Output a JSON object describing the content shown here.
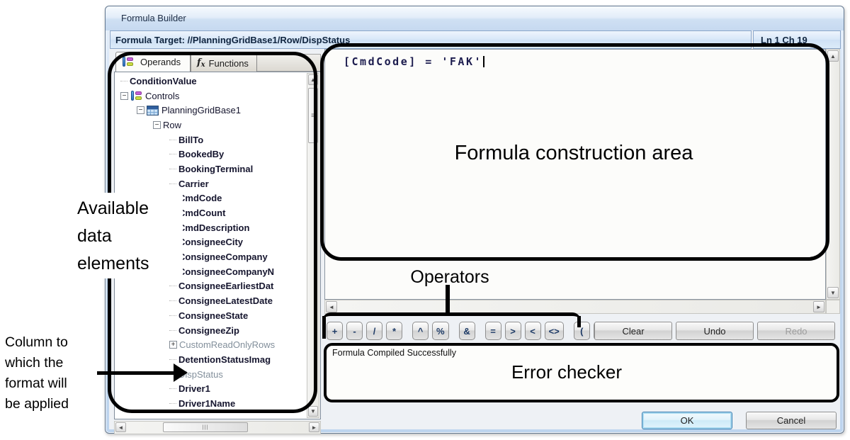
{
  "window_title": "Formula Builder",
  "target_bar": {
    "text": "Formula Target: //PlanningGridBase1/Row/DispStatus",
    "position": "Ln 1 Ch 19"
  },
  "tabs": {
    "operands": "Operands",
    "functions": "Functions",
    "functions_icon": "fx"
  },
  "tree": {
    "items": [
      {
        "label": "ConditionValue",
        "depth": 0,
        "bold": true
      },
      {
        "label": "Controls",
        "depth": 0,
        "expand": "minus",
        "icon": "controls"
      },
      {
        "label": "PlanningGridBase1",
        "depth": 1,
        "expand": "minus",
        "icon": "grid"
      },
      {
        "label": "Row",
        "depth": 2,
        "expand": "minus"
      },
      {
        "label": "BillTo",
        "depth": 3,
        "bold": true
      },
      {
        "label": "BookedBy",
        "depth": 3,
        "bold": true
      },
      {
        "label": "BookingTerminal",
        "depth": 3,
        "bold": true
      },
      {
        "label": "Carrier",
        "depth": 3,
        "bold": true
      },
      {
        "label": "CmdCode",
        "depth": 3,
        "bold": true
      },
      {
        "label": "CmdCount",
        "depth": 3,
        "bold": true
      },
      {
        "label": "CmdDescription",
        "depth": 3,
        "bold": true
      },
      {
        "label": "ConsigneeCity",
        "depth": 3,
        "bold": true
      },
      {
        "label": "ConsigneeCompany",
        "depth": 3,
        "bold": true
      },
      {
        "label": "ConsigneeCompanyN",
        "depth": 3,
        "bold": true
      },
      {
        "label": "ConsigneeEarliestDat",
        "depth": 3,
        "bold": true
      },
      {
        "label": "ConsigneeLatestDate",
        "depth": 3,
        "bold": true
      },
      {
        "label": "ConsigneeState",
        "depth": 3,
        "bold": true
      },
      {
        "label": "ConsigneeZip",
        "depth": 3,
        "bold": true
      },
      {
        "label": "CustomReadOnlyRows",
        "depth": 3,
        "expand": "plus",
        "muted": true
      },
      {
        "label": "DetentionStatusImag",
        "depth": 3,
        "bold": true
      },
      {
        "label": "DispStatus",
        "depth": 3,
        "muted": true
      },
      {
        "label": "Driver1",
        "depth": 3,
        "bold": true
      },
      {
        "label": "Driver1Name",
        "depth": 3,
        "bold": true
      }
    ]
  },
  "formula": {
    "text": "[CmdCode] = 'FAK'"
  },
  "operators": {
    "groups": [
      [
        "+",
        "-",
        "/",
        "*"
      ],
      [
        "^",
        "%"
      ],
      [
        "&"
      ],
      [
        "=",
        ">",
        "<",
        "<>"
      ],
      [
        "(",
        ")"
      ]
    ]
  },
  "edit_buttons": [
    {
      "label": "Clear",
      "enabled": true
    },
    {
      "label": "Undo",
      "enabled": true
    },
    {
      "label": "Redo",
      "enabled": false
    }
  ],
  "status_message": "Formula Compiled Successfully",
  "dialog_buttons": {
    "ok": "OK",
    "cancel": "Cancel"
  },
  "icons": {
    "expand_expanded": "−",
    "expand_collapsed": "+",
    "scroll_up": "▲",
    "scroll_down": "▼",
    "scroll_left": "◄",
    "scroll_right": "►",
    "vertical_grip": "≡",
    "horizontal_grip": "|||"
  },
  "annotations": {
    "available_data": {
      "lines": [
        "Available",
        "data",
        "elements"
      ]
    },
    "column_note": {
      "lines": [
        "Column to",
        "which the",
        "format will",
        "be applied"
      ]
    },
    "formula_area_label": "Formula construction area",
    "operators_label": "Operators",
    "error_checker_label": "Error checker"
  },
  "colors": {
    "annotation": "#000000",
    "muted_item": "#828f9b",
    "accent_focus": "#3c7fb1"
  }
}
